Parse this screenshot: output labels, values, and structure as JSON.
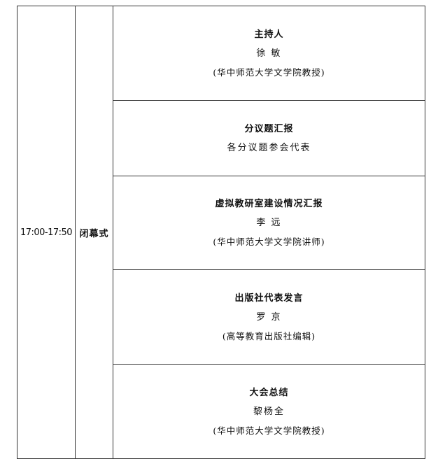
{
  "time": "17:00-17:50",
  "session": "闭幕式",
  "items": [
    {
      "title": "主持人",
      "person": "徐 敏",
      "affiliation": "(华中师范大学文学院教授)"
    },
    {
      "title": "分议题汇报",
      "person": "各分议题参会代表",
      "affiliation": ""
    },
    {
      "title": "虚拟教研室建设情况汇报",
      "person": "李 远",
      "affiliation": "(华中师范大学文学院讲师)"
    },
    {
      "title": "出版社代表发言",
      "person": "罗 京",
      "affiliation": "(高等教育出版社编辑)"
    },
    {
      "title": "大会总结",
      "person": "黎杨全",
      "affiliation": "(华中师范大学文学院教授)"
    }
  ]
}
